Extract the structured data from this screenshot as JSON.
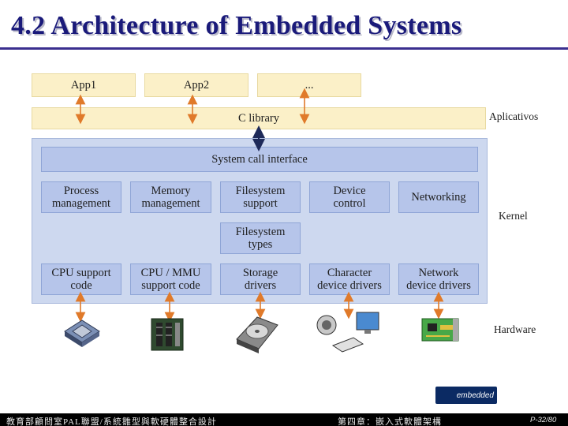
{
  "title": "4.2 Architecture of Embedded Systems",
  "apps": [
    "App1",
    "App2",
    "..."
  ],
  "clibrary": "C library",
  "syscall": "System call interface",
  "kernel_row1": [
    "Process\nmanagement",
    "Memory\nmanagement",
    "Filesystem\nsupport",
    "Device\ncontrol",
    "Networking"
  ],
  "kernel_mid": "Filesystem\ntypes",
  "kernel_row2": [
    "CPU support\ncode",
    "CPU / MMU\nsupport code",
    "Storage\ndrivers",
    "Character\ndevice drivers",
    "Network\ndevice drivers"
  ],
  "layers": {
    "applications": "Aplicativos",
    "kernel": "Kernel",
    "hardware": "Hardware"
  },
  "hardware_icons": [
    "cpu-chip-icon",
    "memory-board-icon",
    "hard-disk-icon",
    "speaker-monitor-keyboard-icon",
    "network-card-icon"
  ],
  "logo_text": "embedded",
  "footer": {
    "left": "教育部顧問室PAL聯盟/系統雛型與軟硬體整合設計",
    "middle": "第四章：嵌入式軟體架構",
    "page": "P-32/80"
  },
  "colors": {
    "title": "#1a1a7a",
    "app": "#fbf0c8",
    "kernel_panel": "#cdd8ef",
    "kernel_box": "#b6c5ea",
    "arrow": "#e07a2a"
  }
}
